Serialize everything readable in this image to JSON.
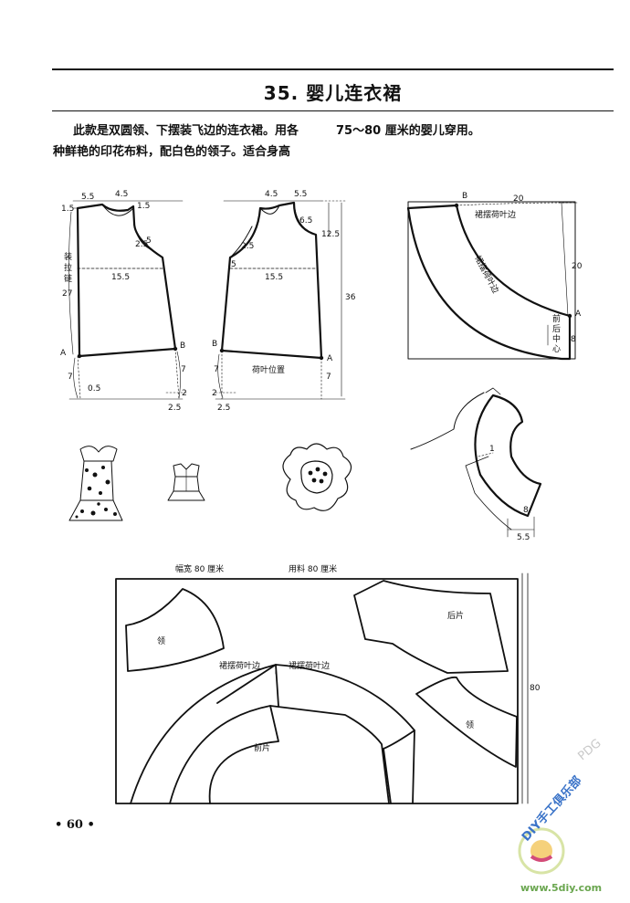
{
  "header": {
    "title": "35. 婴儿连衣裙"
  },
  "intro": {
    "line1": "此款是双圆领、下摆装飞边的连衣裙。用各",
    "line2": "种鲜艳的印花布料，配白色的领子。适合身高",
    "line3": "75～80 厘米的婴儿穿用。"
  },
  "front_pattern": {
    "zipper_label_1": "装",
    "zipper_label_2": "拉",
    "zipper_label_3": "链",
    "dims": {
      "d55": "5.5",
      "d45": "4.5",
      "d15a": "1.5",
      "d15b": "1.5",
      "d25": "2.5",
      "d5": "5",
      "d155": "15.5",
      "d27": "27",
      "d7a": "7",
      "d7b": "7",
      "d05": "0.5",
      "d2": "2",
      "d25b": "2.5"
    },
    "points": {
      "a": "A",
      "b": "B"
    }
  },
  "back_pattern": {
    "ruffle_position": "荷叶位置",
    "dims": {
      "d45": "4.5",
      "d55": "5.5",
      "d65": "6.5",
      "d125": "12.5",
      "d25": "2.5",
      "d5": "5",
      "d155": "15.5",
      "d36": "36",
      "d7a": "7",
      "d7b": "7",
      "d2": "2",
      "d25b": "2.5"
    },
    "points": {
      "a": "A",
      "b": "B"
    }
  },
  "ruffle_pattern": {
    "title": "裙摆荷叶边",
    "text_on_curve": "裙摆荷叶边",
    "front_back_center": [
      "前",
      "后",
      "中",
      "心"
    ],
    "dims": {
      "d20a": "20",
      "d20b": "20",
      "d8": "8"
    },
    "points": {
      "a": "A",
      "b": "B"
    }
  },
  "collar_pattern": {
    "dims": {
      "d1": "1",
      "d8": "8",
      "d55": "5.5"
    }
  },
  "layout": {
    "width_label": "幅宽 80 厘米",
    "fabric_label": "用料 80 厘米",
    "collar_1": "领",
    "collar_2": "领",
    "back_piece": "后片",
    "front_piece": "前片",
    "ruffle_1": "裙摆荷叶边",
    "ruffle_2": "裙摆荷叶边",
    "side_dim": "80"
  },
  "footer": {
    "page": "• 60 •"
  },
  "watermark": {
    "club": "DIY手工俱乐部",
    "site": "www.5diy.com",
    "pdg": "PDG"
  }
}
